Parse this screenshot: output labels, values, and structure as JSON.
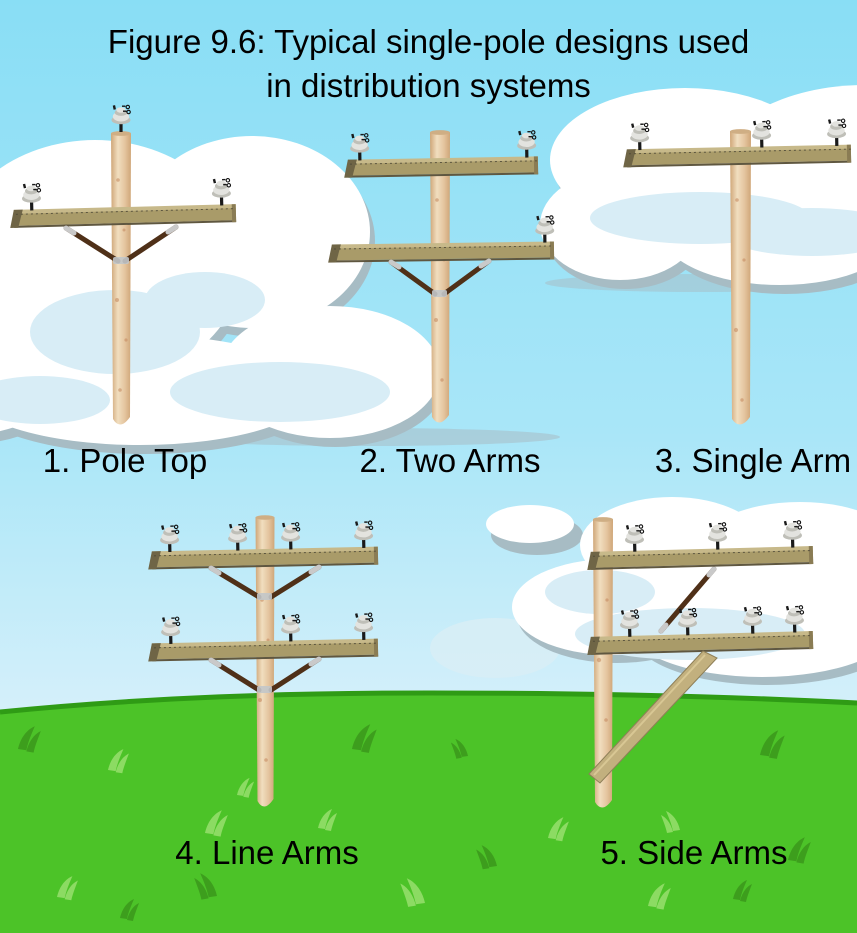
{
  "figure": {
    "title_line1": "Figure 9.6: Typical single-pole designs used",
    "title_line2": "in distribution systems"
  },
  "designs": [
    {
      "id": "pole-top",
      "label": "1. Pole Top",
      "crossarms": 1,
      "insulators": 3
    },
    {
      "id": "two-arms",
      "label": "2. Two Arms",
      "crossarms": 2,
      "insulators": 3
    },
    {
      "id": "single-arm",
      "label": "3. Single Arm",
      "crossarms": 1,
      "insulators": 3
    },
    {
      "id": "line-arms",
      "label": "4. Line Arms",
      "crossarms": 2,
      "insulators": 7
    },
    {
      "id": "side-arms",
      "label": "5. Side Arms",
      "crossarms": 2,
      "insulators": 7
    }
  ],
  "icons": {
    "insulator": "insulator-icon",
    "grass_tuft": "grass-tuft-icon"
  },
  "colors": {
    "sky_top": "#89DEF5",
    "sky_mid": "#A9E6F8",
    "sky_bottom": "#D6F0FA",
    "grass": "#4CC328",
    "grass_edge": "#2F9B15",
    "grass_tuft_light": "#8CDB63",
    "grass_tuft_dark": "#3D9E1D",
    "cloud_white": "#FFFFFF",
    "cloud_outline": "#A7BCC4",
    "cloud_shade": "#D8EDF6",
    "pole_wood": "#E4C49E",
    "pole_wood_light": "#F1DEBF",
    "pole_wood_dark": "#CFA678",
    "arm_face": "#A99B69",
    "arm_top": "#C7B98A",
    "arm_end": "#6F6546",
    "arm_bottom": "#5F5740",
    "brace": "#4F3018",
    "brace_fitting": "#C9C9C9",
    "side_brace": "#C2B07E",
    "insulator_body": "#E3E3DF",
    "insulator_shade": "#BFBFB8",
    "insulator_pin": "#1A1A1A",
    "label_color": "#000000"
  }
}
